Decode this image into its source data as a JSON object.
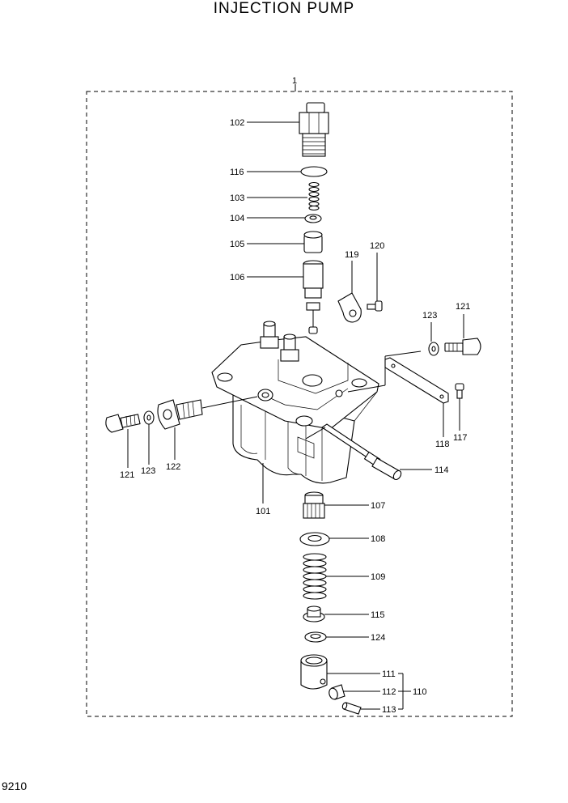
{
  "title": "INJECTION PUMP",
  "page_number": "9210",
  "assembly_label": "1",
  "group_label": "110",
  "callouts": {
    "c101": "101",
    "c102": "102",
    "c103": "103",
    "c104": "104",
    "c105": "105",
    "c106": "106",
    "c107": "107",
    "c108": "108",
    "c109": "109",
    "c111": "111",
    "c112": "112",
    "c113": "113",
    "c114": "114",
    "c115": "115",
    "c116": "116",
    "c117": "117",
    "c118": "118",
    "c119": "119",
    "c120": "120",
    "c121a": "121",
    "c121b": "121",
    "c122": "122",
    "c123a": "123",
    "c123b": "123",
    "c124": "124"
  }
}
